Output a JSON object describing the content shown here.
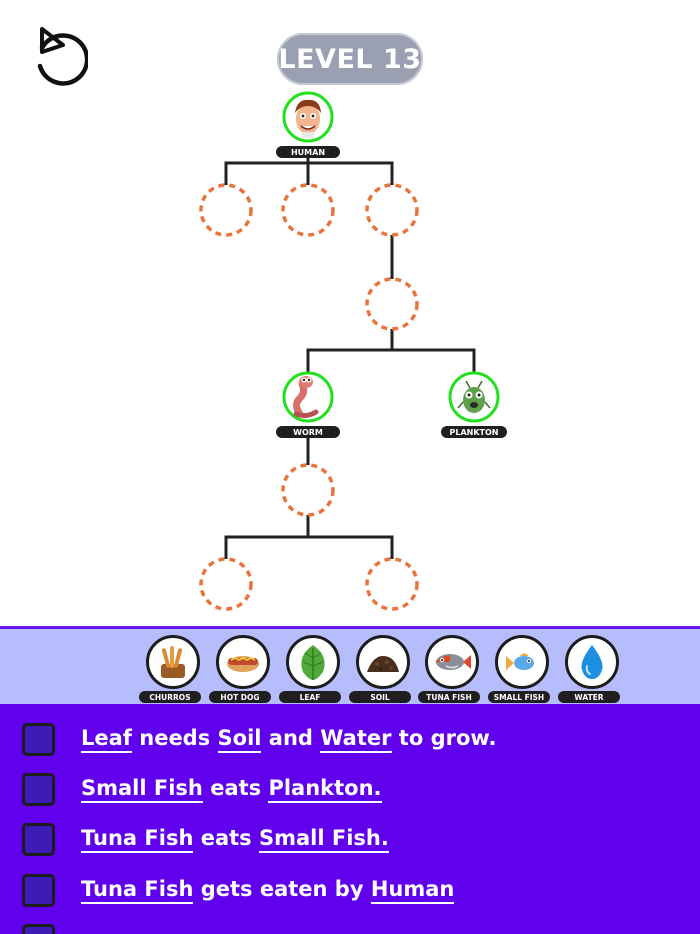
{
  "header": {
    "level_label": "LEVEL 13"
  },
  "tree_nodes": [
    {
      "id": "human",
      "label": "HUMAN",
      "filled": true,
      "icon": "human-face-icon"
    },
    {
      "id": "slot-1",
      "label": "",
      "filled": false
    },
    {
      "id": "slot-2",
      "label": "",
      "filled": false
    },
    {
      "id": "slot-3",
      "label": "",
      "filled": false
    },
    {
      "id": "slot-4",
      "label": "",
      "filled": false
    },
    {
      "id": "worm",
      "label": "WORM",
      "filled": true,
      "icon": "worm-icon"
    },
    {
      "id": "plankton",
      "label": "PLANKTON",
      "filled": true,
      "icon": "plankton-icon"
    },
    {
      "id": "slot-5",
      "label": "",
      "filled": false
    },
    {
      "id": "slot-6",
      "label": "",
      "filled": false
    },
    {
      "id": "slot-7",
      "label": "",
      "filled": false
    }
  ],
  "tray": {
    "items": [
      {
        "label": "CHURROS",
        "icon": "churros-icon"
      },
      {
        "label": "HOT DOG",
        "icon": "hot-dog-icon"
      },
      {
        "label": "LEAF",
        "icon": "leaf-icon"
      },
      {
        "label": "SOIL",
        "icon": "soil-icon"
      },
      {
        "label": "TUNA FISH",
        "icon": "tuna-fish-icon"
      },
      {
        "label": "SMALL FISH",
        "icon": "small-fish-icon"
      },
      {
        "label": "WATER",
        "icon": "water-drop-icon"
      }
    ]
  },
  "clues": [
    {
      "parts": [
        {
          "t": "Leaf",
          "u": true
        },
        {
          "t": " needs ",
          "u": false
        },
        {
          "t": "Soil",
          "u": true
        },
        {
          "t": " and ",
          "u": false
        },
        {
          "t": "Water",
          "u": true
        },
        {
          "t": " to grow.",
          "u": false
        }
      ]
    },
    {
      "parts": [
        {
          "t": "Small Fish",
          "u": true
        },
        {
          "t": " eats ",
          "u": false
        },
        {
          "t": "Plankton.",
          "u": true
        }
      ]
    },
    {
      "parts": [
        {
          "t": "Tuna Fish",
          "u": true
        },
        {
          "t": " eats ",
          "u": false
        },
        {
          "t": "Small Fish.",
          "u": true
        }
      ]
    },
    {
      "parts": [
        {
          "t": "Tuna Fish",
          "u": true
        },
        {
          "t": " gets eaten by ",
          "u": false
        },
        {
          "t": "Human",
          "u": true
        }
      ]
    }
  ],
  "colors": {
    "accent_purple": "#6100ec",
    "tray_background": "#b6bdfd",
    "filled_node_ring": "#22e01d",
    "empty_slot_dash": "#e9743b",
    "level_pill": "#9aa0b1"
  }
}
